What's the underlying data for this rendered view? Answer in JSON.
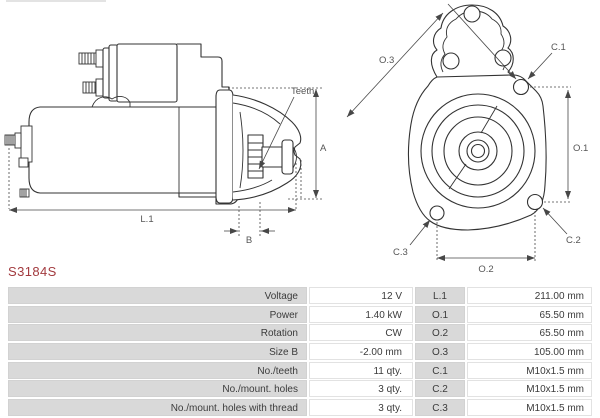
{
  "part_number": "S3184S",
  "colors": {
    "accent_red": "#a23a3e",
    "table_label_bg": "#d9d9d9",
    "table_value_bg": "#ffffff",
    "drawing_line": "#333333",
    "dim_label_text": "#565656"
  },
  "drawing": {
    "side_view": {
      "description": "starter motor side view",
      "labels": {
        "teeth": "Teeth",
        "a": "A",
        "l1": "L.1",
        "b": "B"
      }
    },
    "front_view": {
      "description": "starter motor front (drive end) view",
      "labels": {
        "o3": "O.3",
        "c1": "C.1",
        "o1": "O.1",
        "c2": "C.2",
        "c3": "C.3",
        "o2": "O.2"
      }
    }
  },
  "spec_table": {
    "rows": [
      {
        "label": "Voltage",
        "value": "12 V",
        "dim_label": "L.1",
        "dim_value": "211.00 mm"
      },
      {
        "label": "Power",
        "value": "1.40 kW",
        "dim_label": "O.1",
        "dim_value": "65.50 mm"
      },
      {
        "label": "Rotation",
        "value": "CW",
        "dim_label": "O.2",
        "dim_value": "65.50 mm"
      },
      {
        "label": "Size B",
        "value": "-2.00 mm",
        "dim_label": "O.3",
        "dim_value": "105.00 mm"
      },
      {
        "label": "No./teeth",
        "value": "11 qty.",
        "dim_label": "C.1",
        "dim_value": "M10x1.5 mm"
      },
      {
        "label": "No./mount. holes",
        "value": "3 qty.",
        "dim_label": "C.2",
        "dim_value": "M10x1.5 mm"
      },
      {
        "label": "No./mount. holes with thread",
        "value": "3 qty.",
        "dim_label": "C.3",
        "dim_value": "M10x1.5 mm"
      }
    ]
  }
}
